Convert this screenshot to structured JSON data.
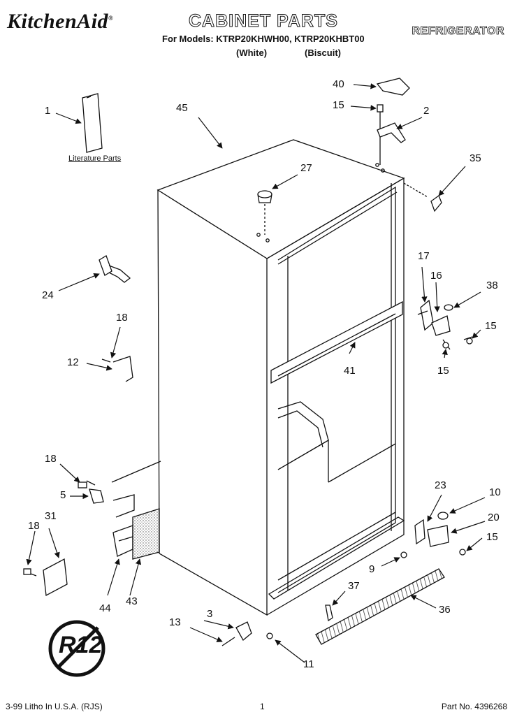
{
  "header": {
    "brand": "KitchenAid",
    "title": "CABINET PARTS",
    "models_line": "For Models: KTRP20KHWH00, KTRP20KHBT00",
    "color_white": "(White)",
    "color_biscuit": "(Biscuit)",
    "category": "REFRIGERATOR"
  },
  "footer": {
    "litho": "3-99 Litho In U.S.A. (RJS)",
    "page": "1",
    "part_no": "Part No. 4396268"
  },
  "literature_label": "Literature Parts",
  "refrigerant_badge": "R12",
  "callouts": {
    "c1": "1",
    "c2": "2",
    "c3": "3",
    "c5": "5",
    "c9": "9",
    "c10": "10",
    "c11": "11",
    "c12": "12",
    "c13": "13",
    "c15a": "15",
    "c15b": "15",
    "c15c": "15",
    "c15d": "15",
    "c16": "16",
    "c17": "17",
    "c18a": "18",
    "c18b": "18",
    "c18c": "18",
    "c20": "20",
    "c23": "23",
    "c24": "24",
    "c27": "27",
    "c31": "31",
    "c35": "35",
    "c36": "36",
    "c37": "37",
    "c38": "38",
    "c40": "40",
    "c41": "41",
    "c43": "43",
    "c44": "44",
    "c45": "45"
  }
}
